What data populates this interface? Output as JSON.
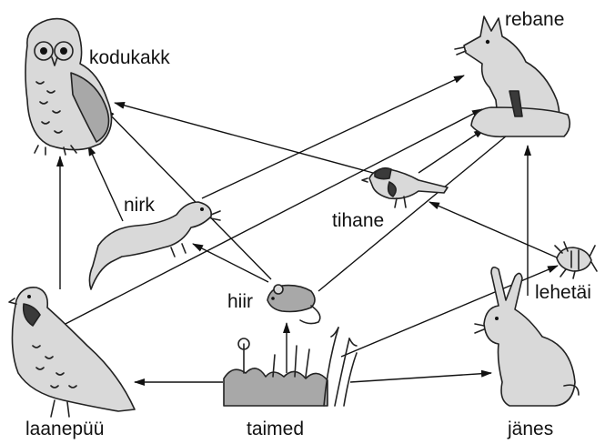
{
  "organisms": {
    "kodukakk": "kodukakk",
    "rebane": "rebane",
    "nirk": "nirk",
    "tihane": "tihane",
    "hiir": "hiir",
    "lehetai": "lehetäi",
    "laanepyy": "laanepüü",
    "taimed": "taimed",
    "janes": "jänes"
  },
  "links": [
    {
      "from": "taimed",
      "to": "laanepüü"
    },
    {
      "from": "taimed",
      "to": "jänes"
    },
    {
      "from": "taimed",
      "to": "hiir"
    },
    {
      "from": "taimed",
      "to": "lehetäi"
    },
    {
      "from": "laanepüü",
      "to": "kodukakk"
    },
    {
      "from": "laanepüü",
      "to": "rebane"
    },
    {
      "from": "nirk",
      "to": "kodukakk"
    },
    {
      "from": "nirk",
      "to": "rebane"
    },
    {
      "from": "hiir",
      "to": "nirk"
    },
    {
      "from": "hiir",
      "to": "kodukakk"
    },
    {
      "from": "hiir",
      "to": "rebane"
    },
    {
      "from": "lehetäi",
      "to": "tihane"
    },
    {
      "from": "tihane",
      "to": "kodukakk"
    },
    {
      "from": "tihane",
      "to": "rebane"
    },
    {
      "from": "jänes",
      "to": "rebane"
    }
  ]
}
